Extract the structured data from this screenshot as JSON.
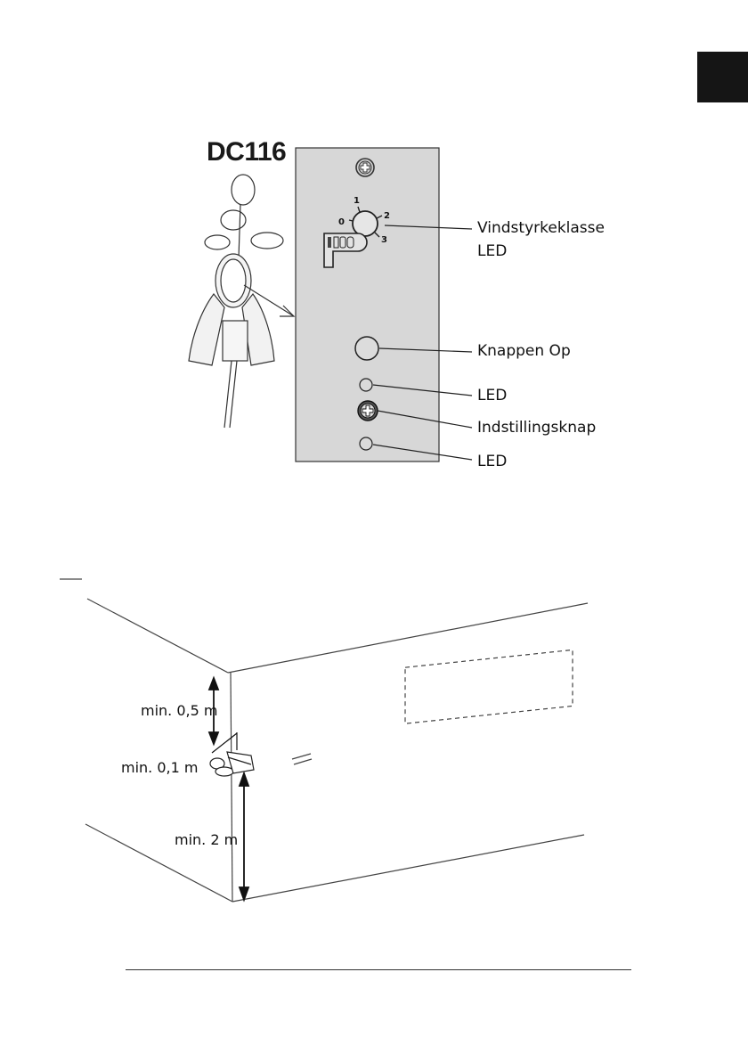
{
  "panel": {
    "model": "DC116",
    "dial_ticks": [
      "0",
      "1",
      "2",
      "3"
    ],
    "callouts": {
      "wind_class": "Vindstyrkeklasse",
      "led_top": "LED",
      "up_button": "Knappen Op",
      "led_mid": "LED",
      "setting_button": "Indstillingsknap",
      "led_bottom": "LED"
    }
  },
  "installation": {
    "min_top": "min. 0,5 m",
    "min_side": "min. 0,1 m",
    "min_height": "min. 2 m"
  },
  "colors": {
    "panel_fill": "#d7d7d7",
    "tab_fill": "#151515",
    "line": "#333333"
  }
}
